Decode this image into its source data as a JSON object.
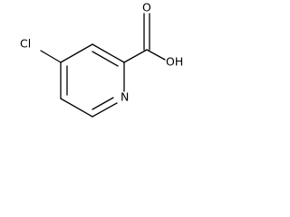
{
  "structure": {
    "atoms": {
      "chlorine": "Cl",
      "nitrogen": "N",
      "carbonyl_oxygen": "O",
      "hydroxyl": "OH"
    },
    "colors": {
      "bond": "#000000",
      "label": "#000000",
      "background": "#ffffff"
    }
  }
}
